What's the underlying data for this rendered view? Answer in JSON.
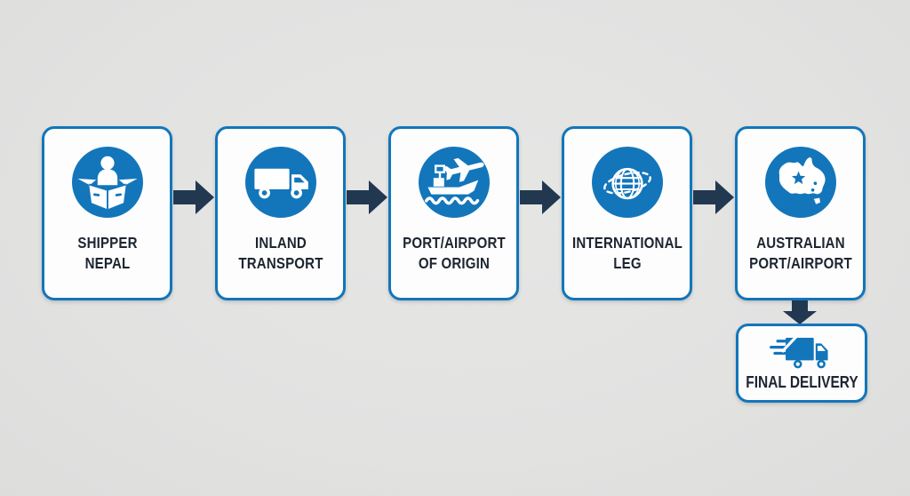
{
  "theme": {
    "background": "#e2e2e1",
    "box_fill": "#fdfdfd",
    "box_border": "#1276ba",
    "icon_circle": "#1376bb",
    "arrow_color": "#223850",
    "label_color": "#1d2531"
  },
  "steps": [
    {
      "line1": "SHIPPER",
      "line2": "NEPAL",
      "icon": "shipper-box-icon"
    },
    {
      "line1": "INLAND",
      "line2": "TRANSPORT",
      "icon": "truck-icon"
    },
    {
      "line1": "PORT/AIRPORT",
      "line2": "OF ORIGIN",
      "icon": "ship-plane-icon"
    },
    {
      "line1": "INTERNATIONAL",
      "line2": "LEG",
      "icon": "globe-icon"
    },
    {
      "line1": "AUSTRALIAN",
      "line2": "PORT/AIRPORT",
      "icon": "australia-map-icon"
    }
  ],
  "final_step": {
    "label": "FINAL DELIVERY",
    "icon": "fast-truck-icon"
  }
}
